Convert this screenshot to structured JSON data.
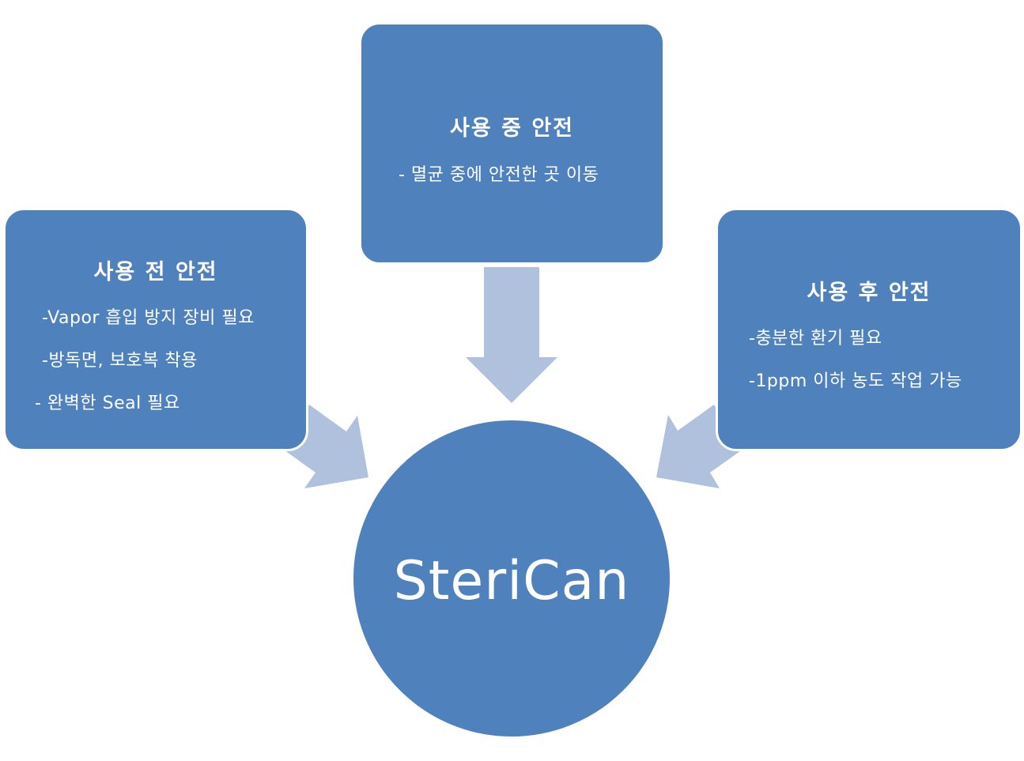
{
  "colors": {
    "box_fill": "#4f81bd",
    "arrow_fill": "#b0c1de",
    "text": "#ffffff"
  },
  "center": {
    "label": "SteriCan"
  },
  "boxes": {
    "before": {
      "title": "사용 전 안전",
      "lines": [
        "-Vapor 흡입 방지 장비 필요",
        "-방독면, 보호복 착용",
        "- 완벽한 Seal 필요"
      ]
    },
    "during": {
      "title": "사용 중 안전",
      "lines": [
        "- 멸균 중에 안전한 곳 이동"
      ]
    },
    "after": {
      "title": "사용 후 안전",
      "lines": [
        "-충분한 환기 필요",
        "-1ppm 이하 농도 작업 가능"
      ]
    }
  }
}
